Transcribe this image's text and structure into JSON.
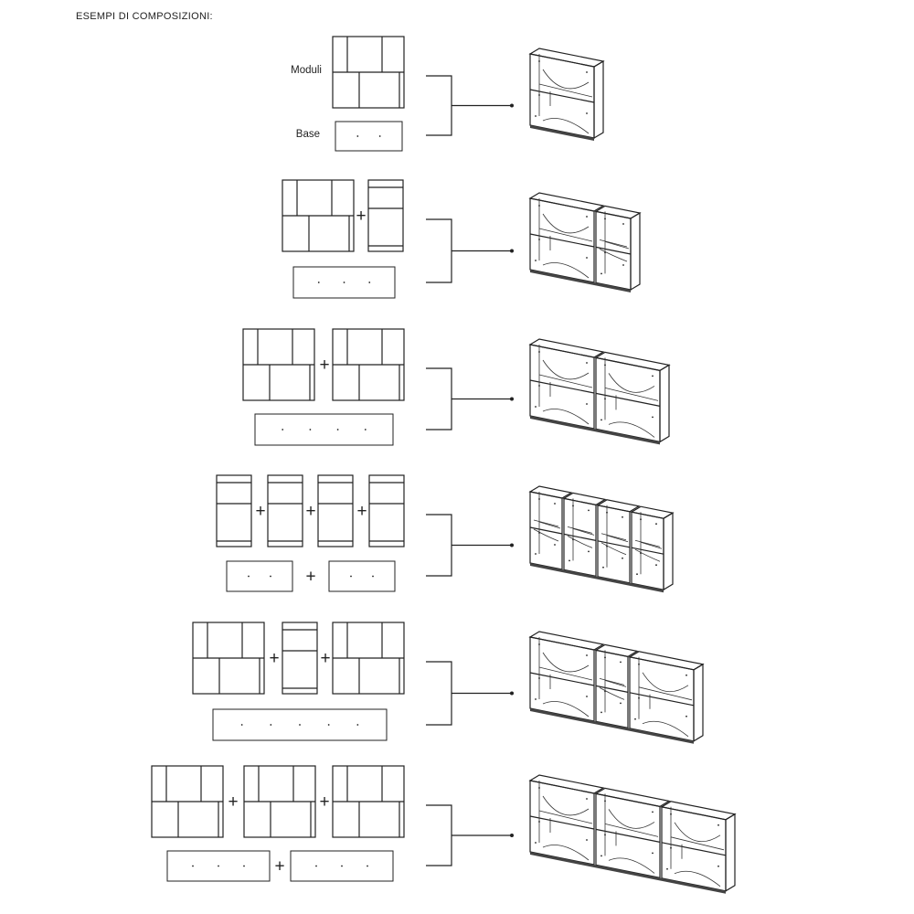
{
  "page": {
    "title": "ESEMPI DI COMPOSIZIONI:"
  },
  "labels": {
    "modules": "Moduli",
    "base": "Base"
  },
  "plus_sign": "+",
  "compositions": [
    {
      "modules": [
        "large"
      ],
      "bases": [
        2
      ]
    },
    {
      "modules": [
        "large",
        "small"
      ],
      "bases": [
        3
      ]
    },
    {
      "modules": [
        "large",
        "large"
      ],
      "bases": [
        4
      ]
    },
    {
      "modules": [
        "small",
        "small",
        "small",
        "small"
      ],
      "bases": [
        2,
        2
      ]
    },
    {
      "modules": [
        "large",
        "small",
        "large"
      ],
      "bases": [
        5
      ]
    },
    {
      "modules": [
        "large",
        "large",
        "large"
      ],
      "bases": [
        3,
        3
      ]
    }
  ]
}
